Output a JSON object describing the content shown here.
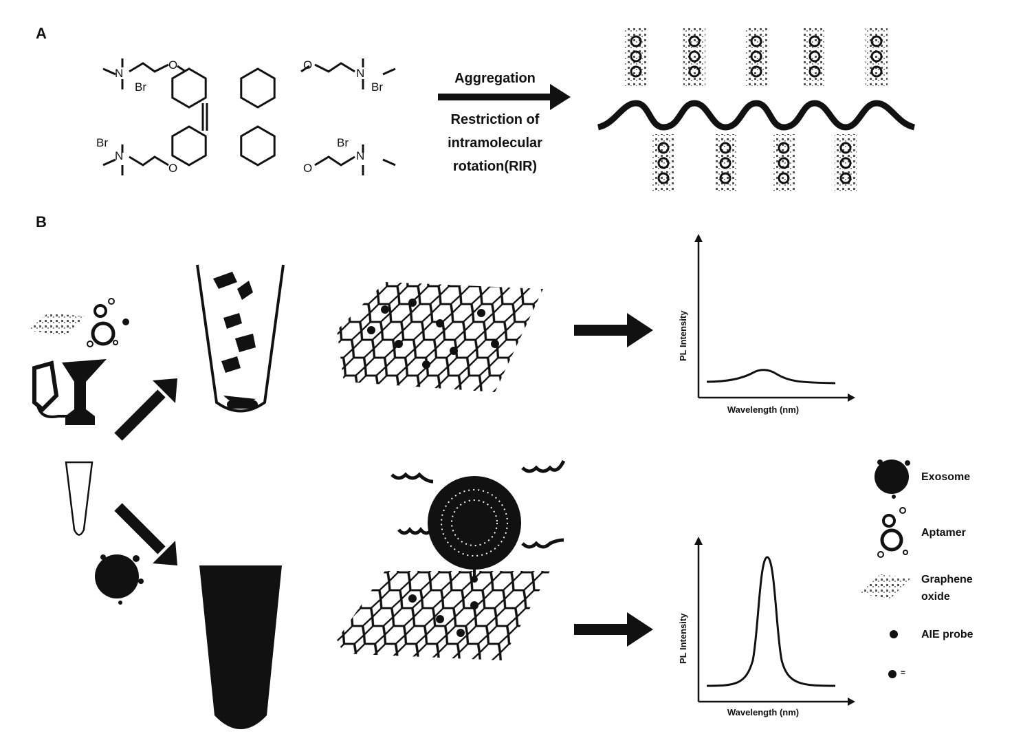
{
  "panels": {
    "a": "A",
    "b": "B"
  },
  "molecule": {
    "n_label": "N",
    "br_label": "Br",
    "o_label": "O"
  },
  "reaction": {
    "top_label": "Aggregation",
    "bottom_lines": [
      "Restriction of",
      "intramolecular",
      "rotation(RIR)"
    ]
  },
  "charts": [
    {
      "ylabel": "PL Intensity",
      "xlabel": "Wavelength (nm)",
      "signal": "low"
    },
    {
      "ylabel": "PL Intensity",
      "xlabel": "Wavelength (nm)",
      "signal": "high"
    }
  ],
  "legend": [
    {
      "icon": "exosome-icon",
      "lines": [
        "Exosome"
      ]
    },
    {
      "icon": "aptamer-icon",
      "lines": [
        "Aptamer"
      ]
    },
    {
      "icon": "graphene-oxide-icon",
      "lines": [
        "Graphene",
        "oxide"
      ]
    },
    {
      "icon": "aie-probe-icon",
      "lines": [
        "AIE probe"
      ]
    },
    {
      "icon": "probe-equals-icon",
      "lines": [
        "="
      ]
    }
  ]
}
